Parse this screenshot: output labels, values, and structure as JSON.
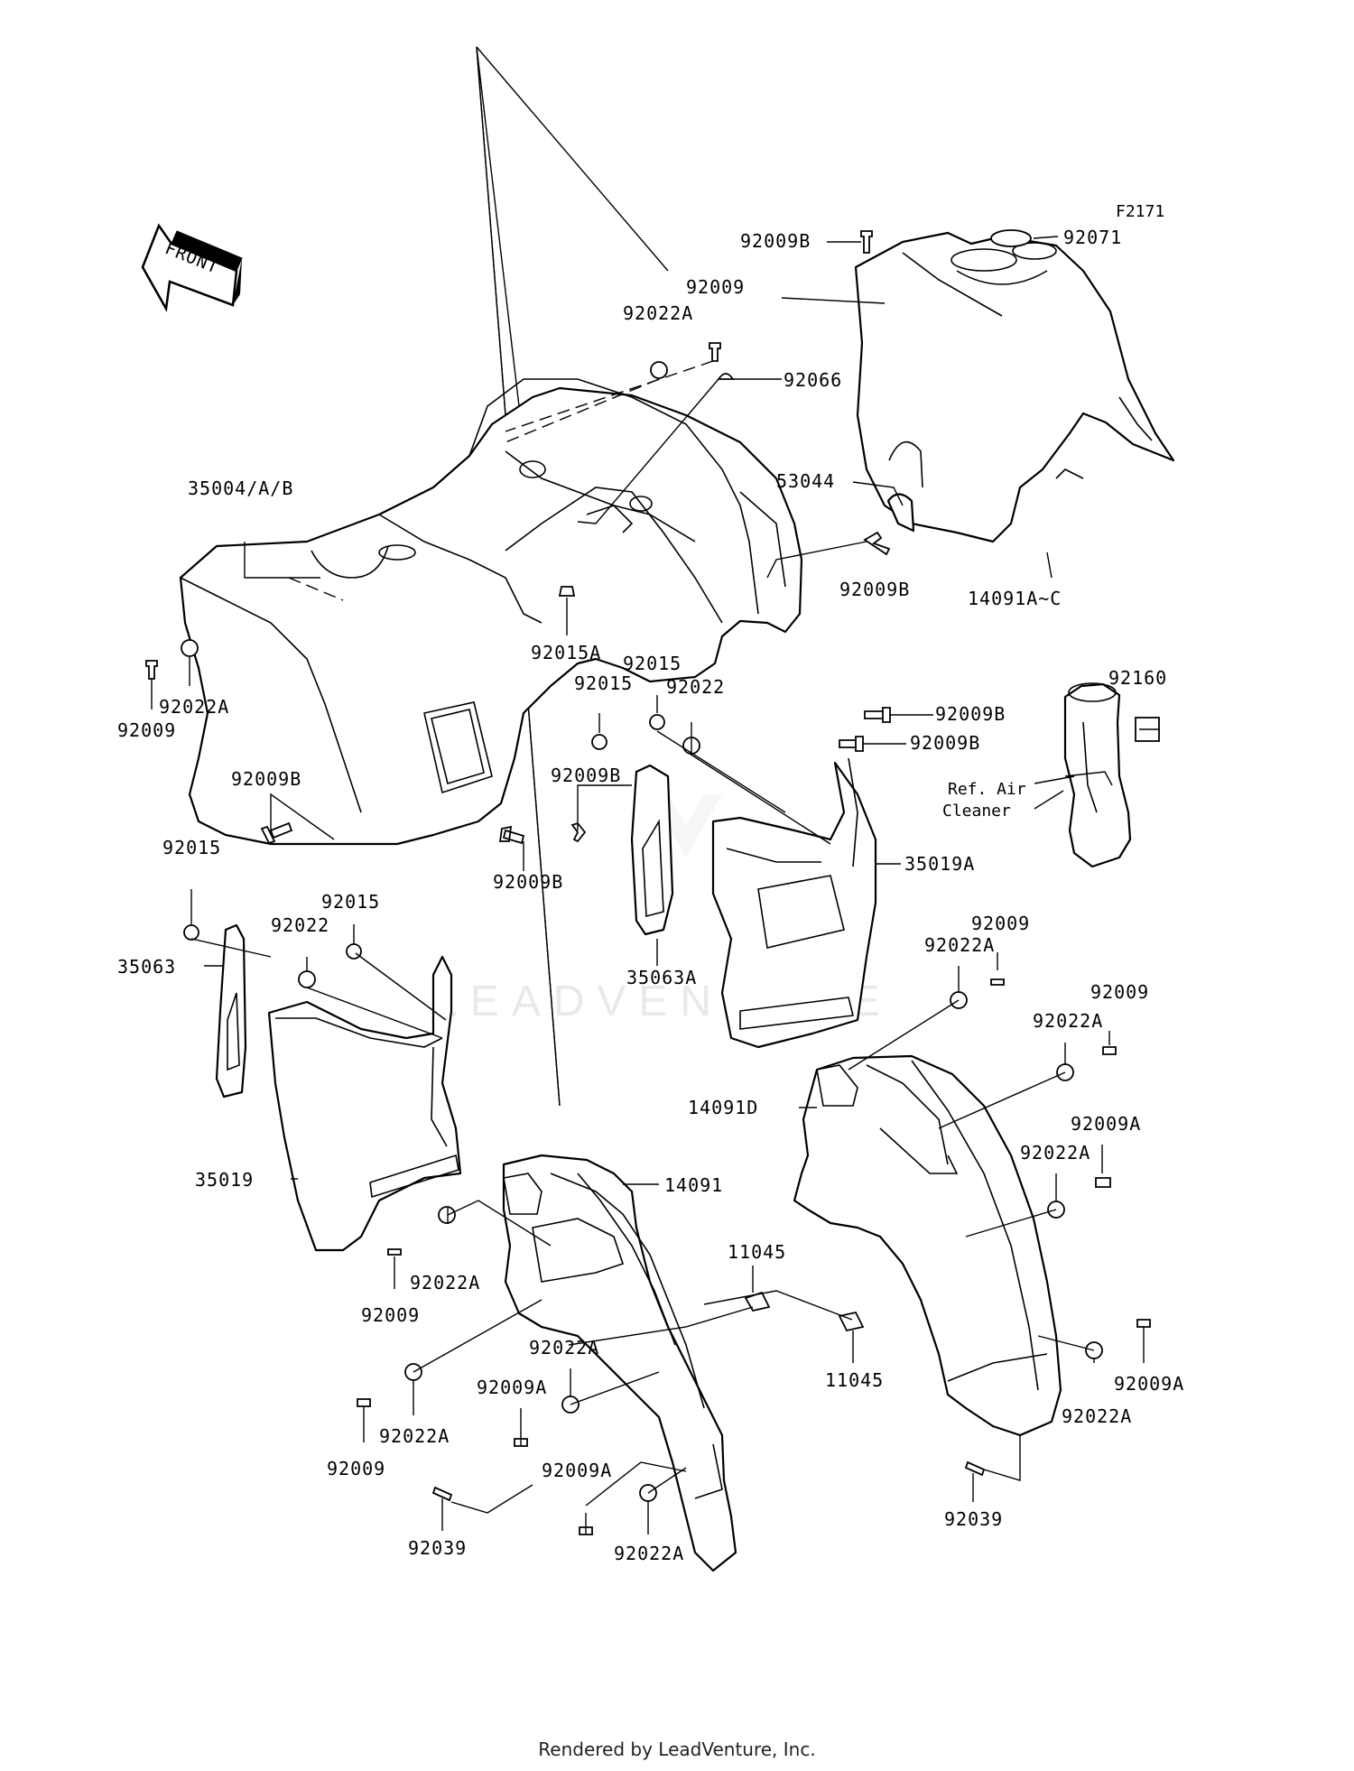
{
  "diagram_code": "F2171",
  "front_arrow_label": "FRONT",
  "watermark": "LEADVENTURE",
  "reference_note_line1": "Ref. Air",
  "reference_note_line2": "Cleaner",
  "footer": "Rendered by LeadVenture, Inc.",
  "labels": {
    "l_92009B_top": "92009B",
    "l_92071": "92071",
    "l_92009_top": "92009",
    "l_92022A_top": "92022A",
    "l_92066": "92066",
    "l_53044": "53044",
    "l_35004": "35004/A/B",
    "l_92009B_mid": "92009B",
    "l_14091AC": "14091A~C",
    "l_92015A": "92015A",
    "l_92015_a": "92015",
    "l_92015_b": "92015",
    "l_92022_mid": "92022",
    "l_92009B_r1": "92009B",
    "l_92160": "92160",
    "l_92009B_r2": "92009B",
    "l_92022A_left": "92022A",
    "l_92009_left": "92009",
    "l_92009B_left": "92009B",
    "l_92009B_center": "92009B",
    "l_92009B_lower": "92009B",
    "l_35019A": "35019A",
    "l_92015_left": "92015",
    "l_92015_c": "92015",
    "l_92022_left": "92022",
    "l_35063": "35063",
    "l_35063A": "35063A",
    "l_92009_r1": "92009",
    "l_92022A_r1": "92022A",
    "l_92009_r2": "92009",
    "l_92022A_r2": "92022A",
    "l_14091D": "14091D",
    "l_92009A_r": "92009A",
    "l_92022A_r3": "92022A",
    "l_35019": "35019",
    "l_14091": "14091",
    "l_11045_a": "11045",
    "l_92022A_b1": "92022A",
    "l_92009_b1": "92009",
    "l_92022A_b2": "92022A",
    "l_11045_b": "11045",
    "l_92009A_b1": "92009A",
    "l_92022A_b3": "92022A",
    "l_92009_b2": "92009",
    "l_92009A_rb": "92009A",
    "l_92022A_rb": "92022A",
    "l_92009A_b2": "92009A",
    "l_92039_a": "92039",
    "l_92022A_b4": "92022A",
    "l_92039_b": "92039"
  }
}
